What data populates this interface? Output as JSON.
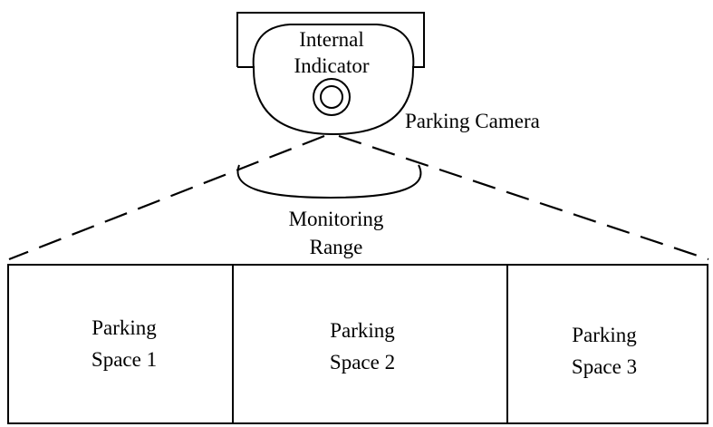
{
  "camera": {
    "indicator_label_line1": "Internal",
    "indicator_label_line2": "Indicator",
    "camera_label": "Parking Camera"
  },
  "range": {
    "label_line1": "Monitoring",
    "label_line2": "Range"
  },
  "spaces": [
    {
      "line1": "Parking",
      "line2": "Space 1"
    },
    {
      "line1": "Parking",
      "line2": "Space 2"
    },
    {
      "line1": "Parking",
      "line2": "Space 3"
    }
  ]
}
